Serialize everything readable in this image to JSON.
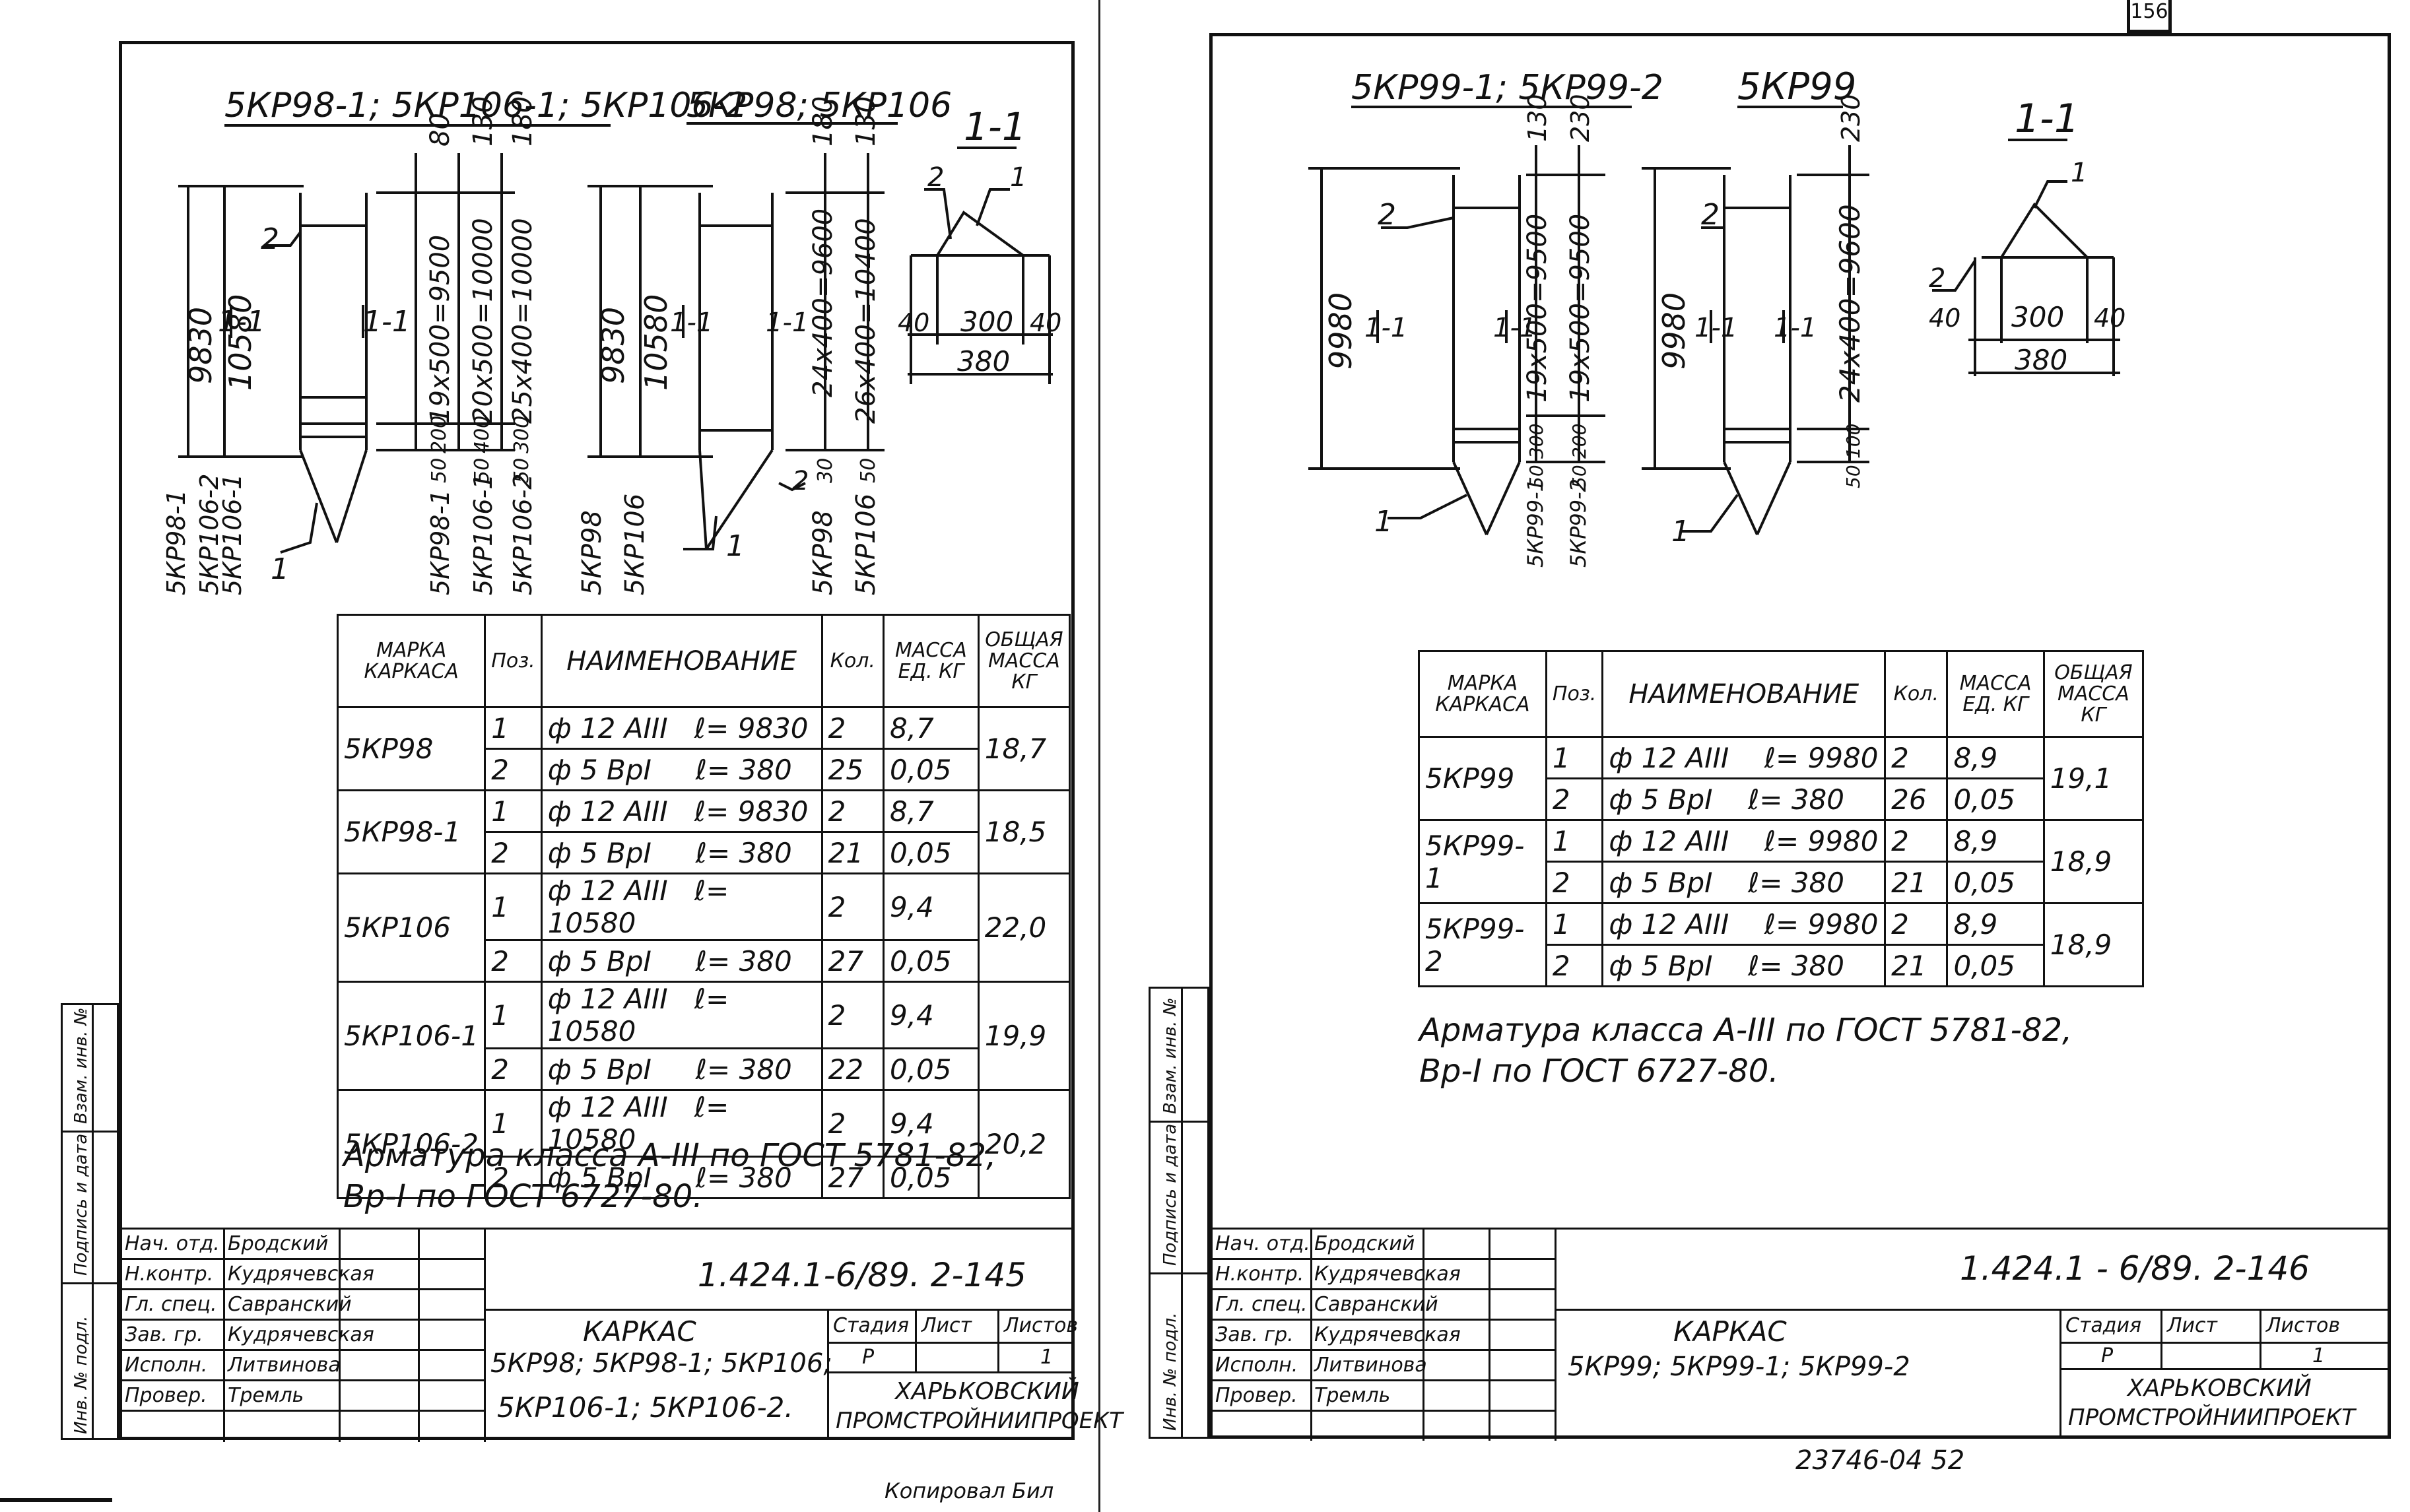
{
  "left": {
    "title_a": "5КР98-1; 5КР106-1; 5КР106-2",
    "title_b": "5КР98; 5КР106",
    "section": "1-1",
    "dims_a": [
      "80",
      "130",
      "180",
      "19х500=9500",
      "20х500=10000",
      "25х400=10000",
      "200",
      "400",
      "300",
      "50",
      "50",
      "50",
      "9830",
      "10580"
    ],
    "dims_b": [
      "180",
      "130",
      "24х400=9600",
      "26х400=10400",
      "30",
      "50",
      "9830",
      "10580"
    ],
    "dims_section": [
      "300",
      "40",
      "40",
      "380"
    ],
    "leaders": [
      "2",
      "1",
      "2",
      "1",
      "2",
      "1"
    ],
    "marks_a": [
      "5КР98-1",
      "5КР106-2",
      "5КР106-1"
    ],
    "marks_a2": [
      "5КР98-1",
      "5КР106-1",
      "5КР106-2"
    ],
    "marks_b": [
      "5КР98",
      "5КР106"
    ],
    "marks_b2": [
      "5КР98",
      "5КР106"
    ],
    "table": {
      "headers": [
        "МАРКА КАРКАСА",
        "Поз.",
        "НАИМЕНОВАНИЕ",
        "Кол.",
        "МАССА ЕД. КГ",
        "ОБЩАЯ МАССА КГ"
      ],
      "groups": [
        {
          "mark": "5КР98",
          "total": "18,7",
          "rows": [
            {
              "pos": "1",
              "name": "ф 12 АIII",
              "len": "ℓ= 9830",
              "qty": "2",
              "mass": "8,7"
            },
            {
              "pos": "2",
              "name": "ф 5 ВрI",
              "len": "ℓ= 380",
              "qty": "25",
              "mass": "0,05"
            }
          ]
        },
        {
          "mark": "5КР98-1",
          "total": "18,5",
          "rows": [
            {
              "pos": "1",
              "name": "ф 12 АIII",
              "len": "ℓ= 9830",
              "qty": "2",
              "mass": "8,7"
            },
            {
              "pos": "2",
              "name": "ф 5 ВрI",
              "len": "ℓ= 380",
              "qty": "21",
              "mass": "0,05"
            }
          ]
        },
        {
          "mark": "5КР106",
          "total": "22,0",
          "rows": [
            {
              "pos": "1",
              "name": "ф 12 АIII",
              "len": "ℓ= 10580",
              "qty": "2",
              "mass": "9,4"
            },
            {
              "pos": "2",
              "name": "ф 5 ВрI",
              "len": "ℓ= 380",
              "qty": "27",
              "mass": "0,05"
            }
          ]
        },
        {
          "mark": "5КР106-1",
          "total": "19,9",
          "rows": [
            {
              "pos": "1",
              "name": "ф 12 АIII",
              "len": "ℓ= 10580",
              "qty": "2",
              "mass": "9,4"
            },
            {
              "pos": "2",
              "name": "ф 5 ВрI",
              "len": "ℓ= 380",
              "qty": "22",
              "mass": "0,05"
            }
          ]
        },
        {
          "mark": "5КР106-2",
          "total": "20,2",
          "rows": [
            {
              "pos": "1",
              "name": "ф 12 АIII",
              "len": "ℓ= 10580",
              "qty": "2",
              "mass": "9,4"
            },
            {
              "pos": "2",
              "name": "ф 5 ВрI",
              "len": "ℓ= 380",
              "qty": "27",
              "mass": "0,05"
            }
          ]
        }
      ]
    },
    "note_1": "Арматура класса А-III по ГОСТ 5781-82,",
    "note_2": "Вр-I по ГОСТ 6727-80.",
    "stamp": {
      "code": "1.424.1-6/89. 2-145",
      "title_1": "КАРКАС",
      "title_2": "5КР98; 5КР98-1; 5КР106;",
      "title_3": "5КР106-1; 5КР106-2.",
      "stage_label": "Стадия",
      "sheet_label": "Лист",
      "sheets_label": "Листов",
      "stage": "Р",
      "sheets": "1",
      "org_1": "ХАРЬКОВСКИЙ",
      "org_2": "ПРОМСТРОЙНИИПРОЕКТ",
      "roles": [
        "Нач. отд.",
        "Н.контр.",
        "Гл. спец.",
        "Зав. гр.",
        "Исполн.",
        "Провер."
      ],
      "names": [
        "Бродский",
        "Кудрячевская",
        "Савранский",
        "Кудрячевская",
        "Литвинова",
        "Тремль"
      ]
    },
    "side": [
      "Взам. инв. №",
      "Подпись и дата",
      "Инв. № подл."
    ],
    "bottom_scrawl": "Копировал Бил"
  },
  "right": {
    "corner": "156",
    "title_a": "5КР99-1; 5КР99-2",
    "title_b": "5КР99",
    "section": "1-1",
    "dims_a": [
      "130",
      "230",
      "19х500=9500",
      "19х500=9500",
      "300",
      "200",
      "50",
      "50",
      "9980"
    ],
    "dims_b": [
      "230",
      "24х400=9600",
      "100",
      "50",
      "9980"
    ],
    "dims_section": [
      "40",
      "300",
      "40",
      "380"
    ],
    "leaders": [
      "2",
      "1",
      "2",
      "1",
      "2",
      "1"
    ],
    "marks_a": [
      "5КР99-1",
      "5КР99-2"
    ],
    "table": {
      "headers": [
        "МАРКА КАРКАСА",
        "Поз.",
        "НАИМЕНОВАНИЕ",
        "Кол.",
        "МАССА ЕД. КГ",
        "ОБЩАЯ МАССА КГ"
      ],
      "groups": [
        {
          "mark": "5КР99",
          "total": "19,1",
          "rows": [
            {
              "pos": "1",
              "name": "ф 12 АIII",
              "len": "ℓ= 9980",
              "qty": "2",
              "mass": "8,9"
            },
            {
              "pos": "2",
              "name": "ф 5 ВрI",
              "len": "ℓ= 380",
              "qty": "26",
              "mass": "0,05"
            }
          ]
        },
        {
          "mark": "5КР99-1",
          "total": "18,9",
          "rows": [
            {
              "pos": "1",
              "name": "ф 12 АIII",
              "len": "ℓ= 9980",
              "qty": "2",
              "mass": "8,9"
            },
            {
              "pos": "2",
              "name": "ф 5 ВрI",
              "len": "ℓ= 380",
              "qty": "21",
              "mass": "0,05"
            }
          ]
        },
        {
          "mark": "5КР99-2",
          "total": "18,9",
          "rows": [
            {
              "pos": "1",
              "name": "ф 12 АIII",
              "len": "ℓ= 9980",
              "qty": "2",
              "mass": "8,9"
            },
            {
              "pos": "2",
              "name": "ф 5 ВрI",
              "len": "ℓ= 380",
              "qty": "21",
              "mass": "0,05"
            }
          ]
        }
      ]
    },
    "note_1": "Арматура класса А-III по ГОСТ 5781-82,",
    "note_2": "Вр-I по ГОСТ 6727-80.",
    "stamp": {
      "code": "1.424.1 - 6/89. 2-146",
      "title_1": "КАРКАС",
      "title_2": "5КР99; 5КР99-1; 5КР99-2",
      "stage_label": "Стадия",
      "sheet_label": "Лист",
      "sheets_label": "Листов",
      "stage": "Р",
      "sheets": "1",
      "org_1": "ХАРЬКОВСКИЙ",
      "org_2": "ПРОМСТРОЙНИИПРОЕКТ",
      "roles": [
        "Нач. отд.",
        "Н.контр.",
        "Гл. спец.",
        "Зав. гр.",
        "Исполн.",
        "Провер."
      ],
      "names": [
        "Бродский",
        "Кудрячевская",
        "Савранский",
        "Кудрячевская",
        "Литвинова",
        "Тремль"
      ]
    },
    "side": [
      "Взам. инв. №",
      "Подпись и дата",
      "Инв. № подл."
    ],
    "bottom_code": "23746-04  52"
  }
}
